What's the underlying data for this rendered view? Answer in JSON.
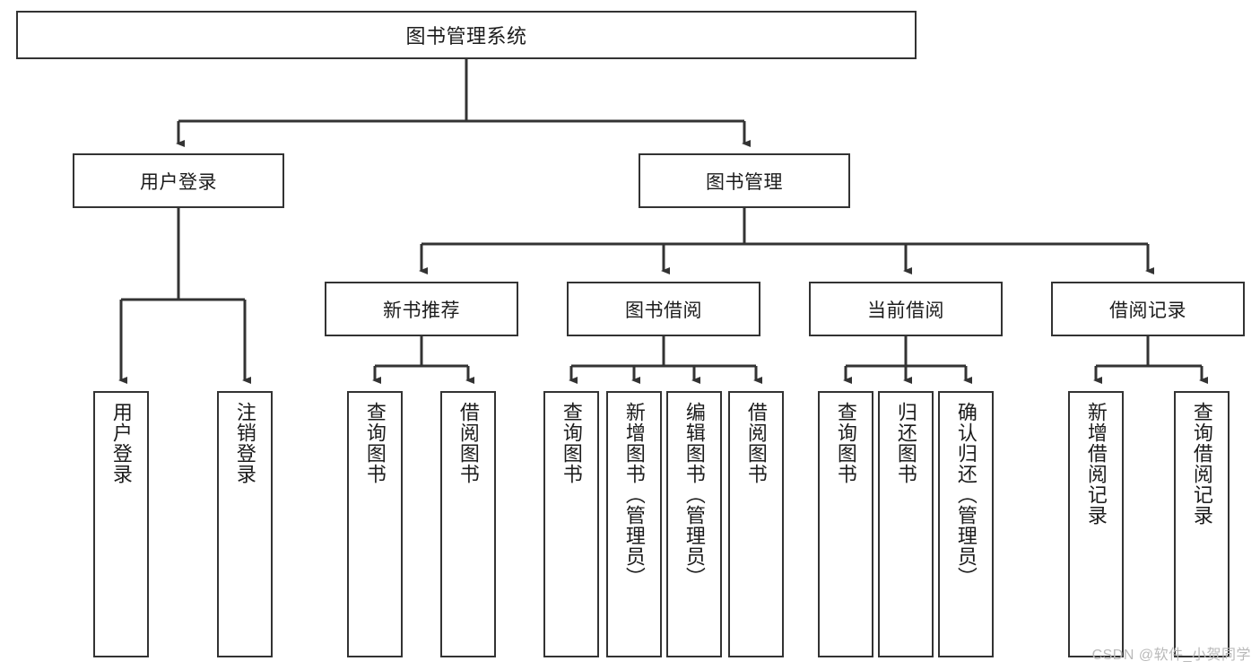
{
  "diagram": {
    "type": "tree",
    "title": "图书管理系统",
    "orientation": "top-down",
    "colors": {
      "node_border": "#333333",
      "node_fill": "#ffffff",
      "edge": "#333333",
      "text": "#1c1c1c",
      "watermark": "#b9b9b9"
    },
    "root": {
      "label": "图书管理系统"
    },
    "level2": [
      {
        "label": "用户登录"
      },
      {
        "label": "图书管理"
      }
    ],
    "level3": [
      {
        "label": "新书推荐"
      },
      {
        "label": "图书借阅"
      },
      {
        "label": "当前借阅"
      },
      {
        "label": "借阅记录"
      }
    ],
    "leaves": {
      "user_login": [
        {
          "label": "用户登录"
        },
        {
          "label": "注销登录"
        }
      ],
      "new_book_recommend": [
        {
          "label": "查询图书"
        },
        {
          "label": "借阅图书"
        }
      ],
      "book_borrow": [
        {
          "label": "查询图书"
        },
        {
          "label": "新增图书（管理员）"
        },
        {
          "label": "编辑图书（管理员）"
        },
        {
          "label": "借阅图书"
        }
      ],
      "current_borrow": [
        {
          "label": "查询图书"
        },
        {
          "label": "归还图书"
        },
        {
          "label": "确认归还（管理员）"
        }
      ],
      "borrow_records": [
        {
          "label": "新增借阅记录"
        },
        {
          "label": "查询借阅记录"
        }
      ]
    }
  },
  "watermark": {
    "text": "CSDN @软件_小贺同学"
  }
}
